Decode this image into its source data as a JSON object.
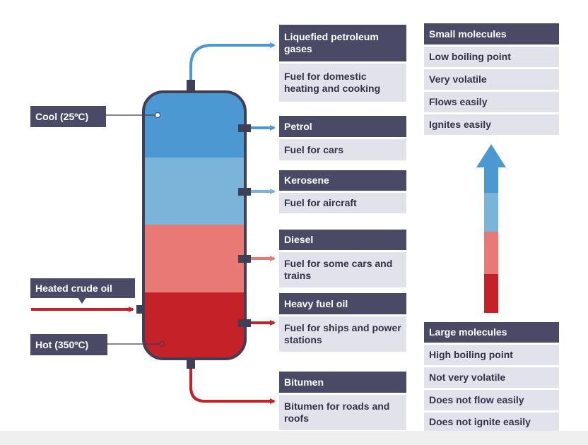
{
  "colors": {
    "label_dark": "#4a4a67",
    "label_light": "#e2e2ec",
    "cool_blue": "#4b98d3",
    "light_blue": "#7bb4d9",
    "salmon": "#e87975",
    "hot_red": "#c42128",
    "outline": "#3f3f57"
  },
  "column": {
    "cool_label": "Cool (25ºC)",
    "hot_label": "Hot (350ºC)",
    "feed_label": "Heated crude oil"
  },
  "fractions": [
    {
      "name": "Liquefied petroleum gases",
      "use": "Fuel for domestic heating and cooking",
      "color": "#4b98d3"
    },
    {
      "name": "Petrol",
      "use": "Fuel for cars",
      "color": "#4b98d3"
    },
    {
      "name": "Kerosene",
      "use": "Fuel for aircraft",
      "color": "#7bb4d9"
    },
    {
      "name": "Diesel",
      "use": "Fuel for some cars and trains",
      "color": "#e87975"
    },
    {
      "name": "Heavy fuel oil",
      "use": "Fuel for ships and power stations",
      "color": "#c42128"
    },
    {
      "name": "Bitumen",
      "use": "Bitumen for roads and roofs",
      "color": "#c42128"
    }
  ],
  "properties": {
    "small": {
      "heading": "Small molecules",
      "items": [
        "Low boiling point",
        "Very volatile",
        "Flows easily",
        "Ignites easily"
      ]
    },
    "large": {
      "heading": "Large molecules",
      "items": [
        "High boiling point",
        "Not very volatile",
        "Does not flow easily",
        "Does not ignite easily"
      ]
    }
  }
}
